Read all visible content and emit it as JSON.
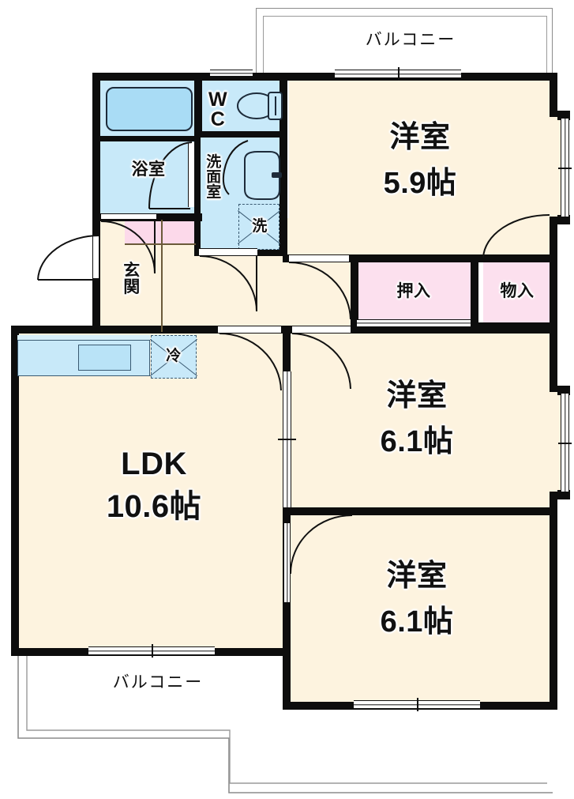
{
  "plan": {
    "type": "japanese-apartment-floor-plan",
    "layout_code": "3LDK"
  },
  "balconies": [
    {
      "name": "balcony-top",
      "label": "バルコニー"
    },
    {
      "name": "balcony-bottom",
      "label": "バルコニー"
    }
  ],
  "rooms": [
    {
      "id": "washitsu_top",
      "name": "洋室",
      "size": "5.9帖",
      "label": "洋室",
      "size_label": "5.9帖"
    },
    {
      "id": "washitsu_mid",
      "name": "洋室",
      "size": "6.1帖",
      "label": "洋室",
      "size_label": "6.1帖"
    },
    {
      "id": "washitsu_bot",
      "name": "洋室",
      "size": "6.1帖",
      "label": "洋室",
      "size_label": "6.1帖"
    },
    {
      "id": "ldk",
      "name": "LDK",
      "size": "10.6帖",
      "label": "LDK",
      "size_label": "10.6帖"
    }
  ],
  "service_spaces": [
    {
      "id": "bath",
      "label": "浴室"
    },
    {
      "id": "wc",
      "label_line1": "W",
      "label_line2": "C"
    },
    {
      "id": "washroom",
      "label": "洗面室",
      "chars": [
        "洗",
        "面",
        "室"
      ]
    },
    {
      "id": "washer",
      "label": "洗"
    },
    {
      "id": "entrance",
      "label": "玄関",
      "chars": [
        "玄",
        "関"
      ]
    },
    {
      "id": "fridge",
      "label": "冷"
    }
  ],
  "closets": [
    {
      "id": "oshiire",
      "label": "押入"
    },
    {
      "id": "mono",
      "label": "物入"
    }
  ],
  "colors": {
    "wall": "#0d0d0d",
    "floor": "#fdf3df",
    "wet_area": "#c8e9f9",
    "closet": "#fce0ee",
    "shoe_closet": "#fcd9ea",
    "balcony_outline": "#8c8c8c",
    "text": "#111111"
  }
}
